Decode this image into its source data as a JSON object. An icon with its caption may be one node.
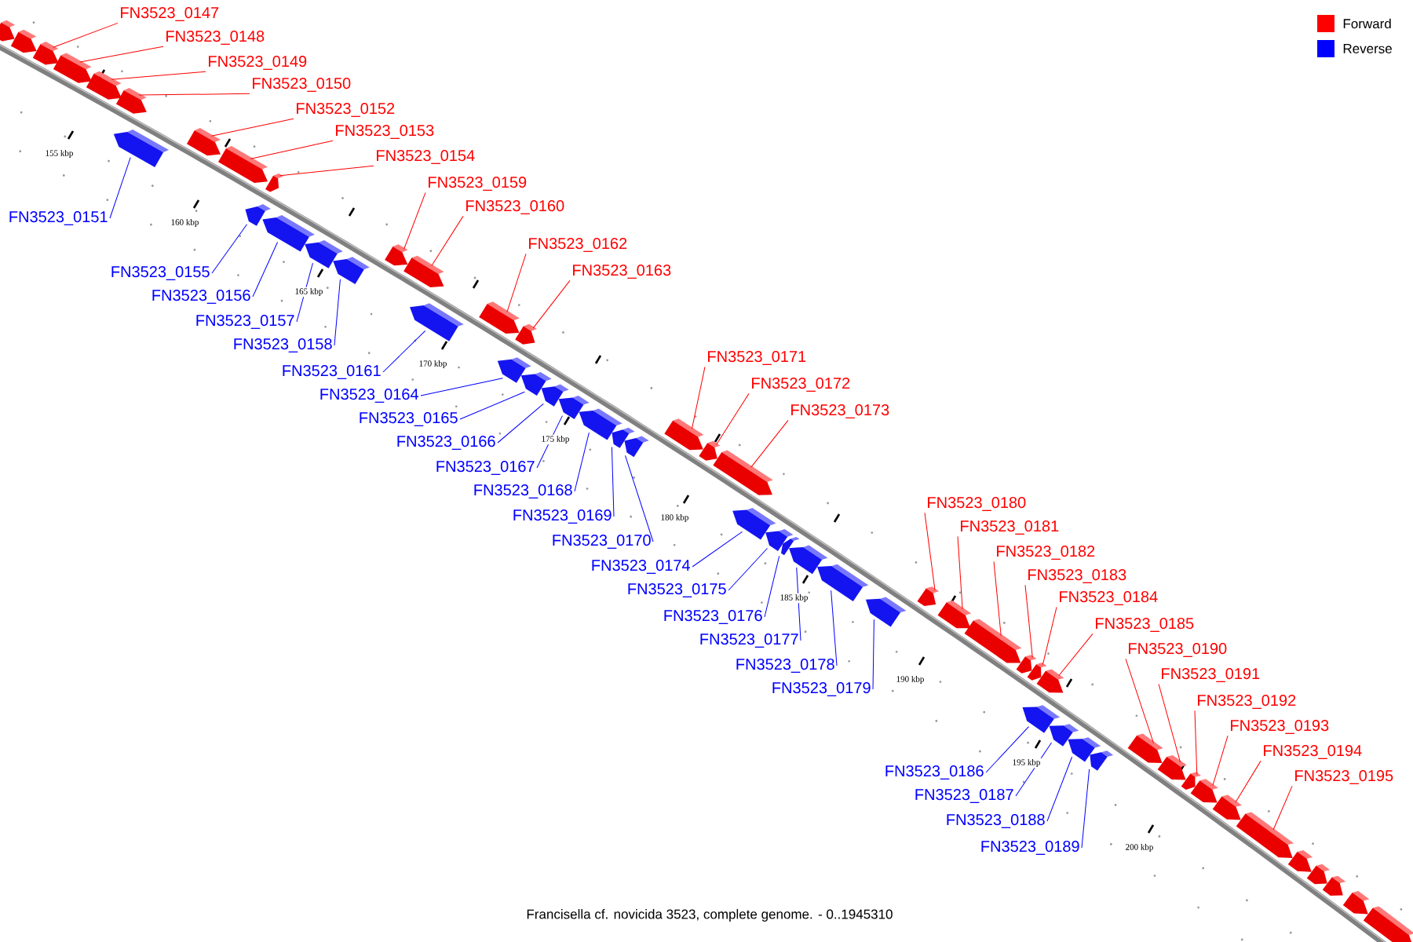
{
  "diagram": {
    "caption": "Francisella cf. novicida 3523, complete genome. - 0..1945310",
    "nodes": [
      {
        "text": [],
        "shape": "box"
      },
      {
        "text": [],
        "shape": "box"
      },
      {
        "text": [
          "FN3523_0147"
        ]
      },
      {
        "text": [],
        "shape": "box"
      },
      {
        "text": [
          "FN3523_0148"
        ]
      },
      {
        "text": [],
        "shape": "box"
      },
      {
        "text": [
          "FN3523_0149"
        ]
      },
      {
        "text": [],
        "shape": "box"
      },
      {
        "text": [
          "FN3523_0150"
        ]
      },
      {
        "text": [],
        "shape": "box"
      },
      {
        "text": [
          "FN3523_0151"
        ]
      },
      {
        "text": [],
        "shape": "box"
      },
      {
        "text": [
          "FN3523_0152"
        ]
      },
      {
        "text": [],
        "shape": "box"
      },
      {
        "text": [
          "FN3523_0153"
        ]
      },
      {
        "text": [],
        "shape": "box"
      },
      {
        "text": [
          "FN3523_0155"
        ]
      },
      {
        "text": [],
        "shape": "box"
      },
      {
        "text": [
          "FN3523_0154"
        ]
      },
      {
        "text": [],
        "shape": "box"
      },
      {
        "text": [
          "FN3523_0156"
        ]
      },
      {
        "text": [],
        "shape": "box"
      },
      {
        "text": [
          "FN3523_0157"
        ]
      },
      {
        "text": [],
        "shape": "box"
      },
      {
        "text": [
          "FN3523_0158"
        ]
      },
      {
        "text": [],
        "shape": "box"
      },
      {
        "text": [
          "FN3523_0159"
        ]
      },
      {
        "text": [],
        "shape": "box"
      },
      {
        "text": [
          "FN3523_0160"
        ]
      },
      {
        "text": [],
        "shape": "box"
      },
      {
        "text": [
          "FN3523_0161"
        ]
      },
      {
        "text": [],
        "shape": "box"
      },
      {
        "text": [
          "FN3523_0162"
        ]
      },
      {
        "text": [],
        "shape": "box"
      },
      {
        "text": [
          "FN3523_0164"
        ]
      },
      {
        "text": [],
        "shape": "box"
      },
      {
        "text": [
          "FN3523_0163"
        ]
      },
      {
        "text": [],
        "shape": "box"
      },
      {
        "text": [
          "FN3523_0165"
        ]
      },
      {
        "text": [],
        "shape": "box"
      },
      {
        "text": [
          "FN3523_0166"
        ]
      },
      {
        "text": [],
        "shape": "box"
      },
      {
        "text": [
          "FN3523_0167"
        ]
      },
      {
        "text": [],
        "shape": "box"
      },
      {
        "text": [
          "FN3523_0168"
        ]
      },
      {
        "text": [],
        "shape": "box"
      },
      {
        "text": [
          "FN3523_0169"
        ]
      },
      {
        "text": [],
        "shape": "box"
      },
      {
        "text": [
          "FN3523_0170"
        ]
      },
      {
        "text": [],
        "shape": "box"
      },
      {
        "text": [
          "FN3523_0171"
        ]
      },
      {
        "text": [],
        "shape": "box"
      },
      {
        "text": [
          "FN3523_0172"
        ]
      },
      {
        "text": [],
        "shape": "box"
      },
      {
        "text": [
          "FN3523_0173"
        ]
      },
      {
        "text": [],
        "shape": "box"
      },
      {
        "text": [
          "FN3523_0174"
        ]
      },
      {
        "text": [],
        "shape": "box"
      },
      {
        "text": [
          "FN3523_0175"
        ]
      },
      {
        "text": [],
        "shape": "box"
      },
      {
        "text": [
          "FN3523_0176"
        ]
      },
      {
        "text": [],
        "shape": "box"
      },
      {
        "text": [
          "FN3523_0177"
        ]
      },
      {
        "text": [],
        "shape": "box"
      },
      {
        "text": [
          "FN3523_0178"
        ]
      },
      {
        "text": [],
        "shape": "box"
      },
      {
        "text": [
          "FN3523_0179"
        ]
      },
      {
        "text": [],
        "shape": "box"
      },
      {
        "text": [
          "FN3523_0180"
        ]
      },
      {
        "text": [],
        "shape": "box"
      },
      {
        "text": [
          "FN3523_0181"
        ]
      },
      {
        "text": [],
        "shape": "box"
      },
      {
        "text": [
          "FN3523_0182"
        ]
      },
      {
        "text": [],
        "shape": "box"
      },
      {
        "text": [
          "FN3523_0183"
        ]
      },
      {
        "text": [],
        "shape": "box"
      },
      {
        "text": [
          "FN3523_0184"
        ]
      },
      {
        "text": [],
        "shape": "box"
      },
      {
        "text": [
          "FN3523_0185"
        ]
      },
      {
        "text": [],
        "shape": "box"
      },
      {
        "text": [
          "FN3523_0186"
        ]
      },
      {
        "text": [],
        "shape": "box"
      },
      {
        "text": [
          "FN3523_0187"
        ]
      },
      {
        "text": [],
        "shape": "box"
      },
      {
        "text": [
          "FN3523_0188"
        ]
      },
      {
        "text": [],
        "shape": "box"
      },
      {
        "text": [
          "FN3523_0189"
        ]
      },
      {
        "text": [],
        "shape": "box"
      },
      {
        "text": [
          "FN3523_0190"
        ]
      },
      {
        "text": [],
        "shape": "box"
      },
      {
        "text": [
          "FN3523_0191"
        ]
      },
      {
        "text": [],
        "shape": "box"
      },
      {
        "text": [
          "FN3523_0192"
        ]
      },
      {
        "text": [],
        "shape": "box"
      },
      {
        "text": [
          "FN3523_0193"
        ]
      },
      {
        "text": [],
        "shape": "box"
      },
      {
        "text": [
          "FN3523_0194"
        ]
      },
      {
        "text": [],
        "shape": "box"
      },
      {
        "text": [
          "FN3523_0195"
        ]
      },
      {
        "text": [],
        "shape": "box"
      },
      {
        "text": [],
        "shape": "box"
      },
      {
        "text": [],
        "shape": "box"
      },
      {
        "text": [],
        "shape": "box"
      },
      {
        "text": [],
        "shape": "box"
      },
      {
        "text": [],
        "shape": "box"
      }
    ],
    "edges": [
      {
        "from": 2,
        "to": 3,
        "arrow": "none",
        "color": "#ff0000"
      },
      {
        "from": 4,
        "to": 5,
        "arrow": "none",
        "color": "#ff0000"
      },
      {
        "from": 6,
        "to": 7,
        "arrow": "none",
        "color": "#ff0000"
      },
      {
        "from": 8,
        "to": 9,
        "arrow": "none",
        "color": "#ff0000"
      },
      {
        "from": 10,
        "to": 11,
        "arrow": "none",
        "color": "#0000ff"
      },
      {
        "from": 12,
        "to": 13,
        "arrow": "none",
        "color": "#ff0000"
      },
      {
        "from": 14,
        "to": 15,
        "arrow": "none",
        "color": "#ff0000"
      },
      {
        "from": 16,
        "to": 17,
        "arrow": "none",
        "color": "#0000ff"
      },
      {
        "from": 18,
        "to": 19,
        "arrow": "none",
        "color": "#ff0000"
      },
      {
        "from": 20,
        "to": 21,
        "arrow": "none",
        "color": "#0000ff"
      },
      {
        "from": 22,
        "to": 23,
        "arrow": "none",
        "color": "#0000ff"
      },
      {
        "from": 24,
        "to": 25,
        "arrow": "none",
        "color": "#0000ff"
      },
      {
        "from": 26,
        "to": 27,
        "arrow": "none",
        "color": "#ff0000"
      },
      {
        "from": 28,
        "to": 29,
        "arrow": "none",
        "color": "#ff0000"
      },
      {
        "from": 30,
        "to": 31,
        "arrow": "none",
        "color": "#0000ff"
      },
      {
        "from": 32,
        "to": 33,
        "arrow": "none",
        "color": "#ff0000"
      },
      {
        "from": 34,
        "to": 35,
        "arrow": "none",
        "color": "#0000ff"
      },
      {
        "from": 36,
        "to": 37,
        "arrow": "none",
        "color": "#ff0000"
      },
      {
        "from": 38,
        "to": 39,
        "arrow": "none",
        "color": "#0000ff"
      },
      {
        "from": 40,
        "to": 41,
        "arrow": "none",
        "color": "#0000ff"
      },
      {
        "from": 42,
        "to": 43,
        "arrow": "none",
        "color": "#0000ff"
      },
      {
        "from": 44,
        "to": 45,
        "arrow": "none",
        "color": "#0000ff"
      },
      {
        "from": 46,
        "to": 47,
        "arrow": "none",
        "color": "#0000ff"
      },
      {
        "from": 48,
        "to": 49,
        "arrow": "none",
        "color": "#0000ff"
      },
      {
        "from": 50,
        "to": 51,
        "arrow": "none",
        "color": "#ff0000"
      },
      {
        "from": 52,
        "to": 53,
        "arrow": "none",
        "color": "#ff0000"
      },
      {
        "from": 54,
        "to": 55,
        "arrow": "none",
        "color": "#ff0000"
      },
      {
        "from": 56,
        "to": 57,
        "arrow": "none",
        "color": "#0000ff"
      },
      {
        "from": 58,
        "to": 59,
        "arrow": "none",
        "color": "#0000ff"
      },
      {
        "from": 60,
        "to": 61,
        "arrow": "none",
        "color": "#0000ff"
      },
      {
        "from": 62,
        "to": 63,
        "arrow": "none",
        "color": "#0000ff"
      },
      {
        "from": 64,
        "to": 65,
        "arrow": "none",
        "color": "#0000ff"
      },
      {
        "from": 66,
        "to": 67,
        "arrow": "none",
        "color": "#0000ff"
      },
      {
        "from": 68,
        "to": 69,
        "arrow": "none",
        "color": "#ff0000"
      },
      {
        "from": 70,
        "to": 71,
        "arrow": "none",
        "color": "#ff0000"
      },
      {
        "from": 72,
        "to": 73,
        "arrow": "none",
        "color": "#ff0000"
      },
      {
        "from": 74,
        "to": 75,
        "arrow": "none",
        "color": "#ff0000"
      },
      {
        "from": 76,
        "to": 77,
        "arrow": "none",
        "color": "#ff0000"
      },
      {
        "from": 78,
        "to": 79,
        "arrow": "none",
        "color": "#ff0000"
      },
      {
        "from": 80,
        "to": 81,
        "arrow": "none",
        "color": "#0000ff"
      },
      {
        "from": 82,
        "to": 83,
        "arrow": "none",
        "color": "#0000ff"
      },
      {
        "from": 84,
        "to": 85,
        "arrow": "none",
        "color": "#0000ff"
      },
      {
        "from": 86,
        "to": 87,
        "arrow": "none",
        "color": "#0000ff"
      },
      {
        "from": 88,
        "to": 89,
        "arrow": "none",
        "color": "#ff0000"
      },
      {
        "from": 90,
        "to": 91,
        "arrow": "none",
        "color": "#ff0000"
      },
      {
        "from": 92,
        "to": 93,
        "arrow": "none",
        "color": "#ff0000"
      },
      {
        "from": 94,
        "to": 95,
        "arrow": "none",
        "color": "#ff0000"
      },
      {
        "from": 96,
        "to": 97,
        "arrow": "none",
        "color": "#ff0000"
      },
      {
        "from": 98,
        "to": 99,
        "arrow": "none",
        "color": "#ff0000"
      }
    ],
    "labels": [
      "155 kbp",
      "160 kbp",
      "165 kbp",
      "170 kbp",
      "175 kbp",
      "180 kbp",
      "185 kbp",
      "190 kbp",
      "195 kbp",
      "200 kbp"
    ],
    "legend": [
      {
        "text": "Forward",
        "color": "#ff0000"
      },
      {
        "text": "Reverse",
        "color": "#0000ff"
      }
    ]
  }
}
